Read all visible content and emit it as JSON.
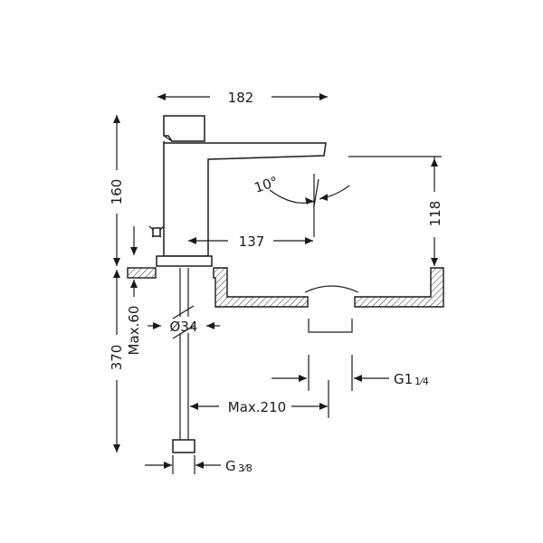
{
  "dimensions": {
    "overall_width": "182",
    "spout_height": "160",
    "outlet_height": "118",
    "reach": "137",
    "angle": "10°",
    "total_height": "370",
    "max_counter": "Max.60",
    "base_diameter": "Ø34",
    "hose_reach": "Max.210",
    "drain_thread": "G1",
    "drain_thread_fraction": "1⁄4",
    "supply_thread": "G",
    "supply_thread_fraction": "3⁄8"
  }
}
